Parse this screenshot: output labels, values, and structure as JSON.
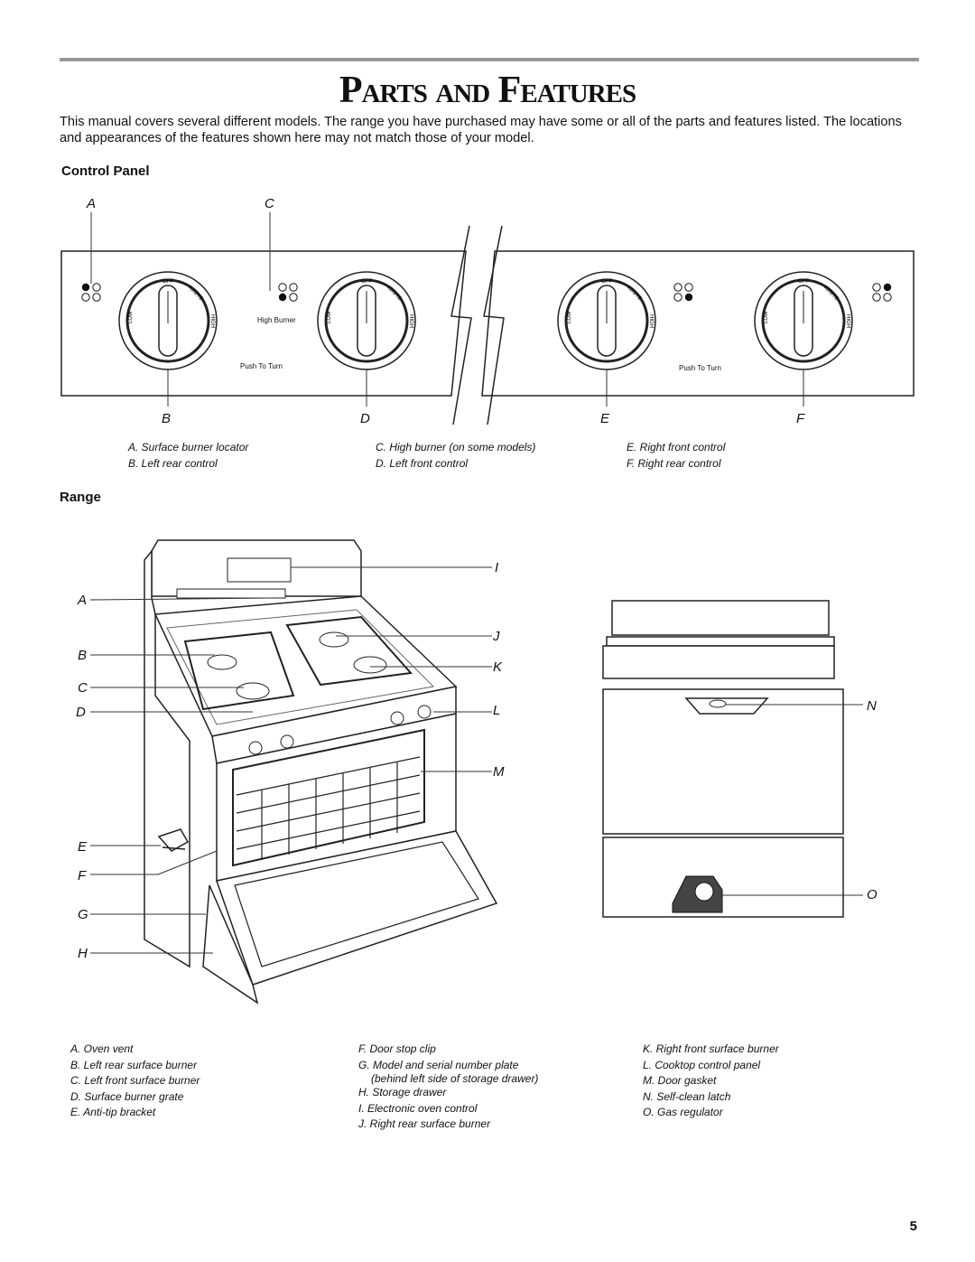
{
  "page": {
    "title": "Parts and Features",
    "intro": "This manual covers several different models. The range you have purchased may have some or all of the parts and features listed. The locations and appearances of the features shown here may not match those of your model.",
    "page_number": "5"
  },
  "control_panel": {
    "heading": "Control Panel",
    "top_labels": [
      "A",
      "C"
    ],
    "bottom_labels": [
      "B",
      "D",
      "E",
      "F"
    ],
    "dial_text": {
      "off": "OFF",
      "ignite": "IGNITE",
      "low": "LOW",
      "high": "HIGH"
    },
    "high_burner": "High Burner",
    "push_to_turn": "Push To Turn",
    "legend": [
      [
        "A. Surface burner locator",
        "B. Left rear control"
      ],
      [
        "C. High burner (on some models)",
        "D. Left front control"
      ],
      [
        "E. Right front control",
        "F. Right rear control"
      ]
    ]
  },
  "range": {
    "heading": "Range",
    "left_labels": [
      "A",
      "B",
      "C",
      "D",
      "E",
      "F",
      "G",
      "H"
    ],
    "right_labels": [
      "I",
      "J",
      "K",
      "L",
      "M"
    ],
    "rear_labels": [
      "N",
      "O"
    ],
    "legend": [
      [
        "A. Oven vent",
        "B. Left rear surface burner",
        "C. Left front surface burner",
        "D. Surface burner grate",
        "E. Anti-tip bracket"
      ],
      [
        "F. Door stop clip",
        "G. Model and serial number plate",
        "(behind left side of storage drawer)",
        "H. Storage drawer",
        "I. Electronic oven control",
        "J. Right rear surface burner"
      ],
      [
        "K. Right front surface burner",
        "L. Cooktop control panel",
        "M. Door gasket",
        "N. Self-clean latch",
        "O. Gas regulator"
      ]
    ]
  }
}
